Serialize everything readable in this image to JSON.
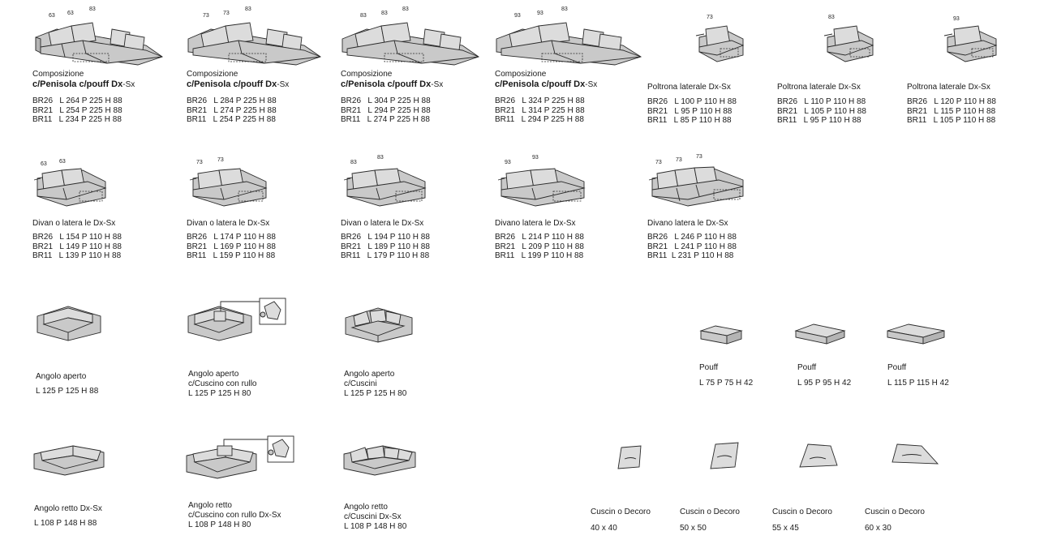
{
  "row1": [
    {
      "labels": [
        "63",
        "63",
        "83"
      ],
      "t1": "Composizione",
      "t2": "c/Penisola c/pouff Dx",
      "t3": "-Sx",
      "dims": [
        "BR26   L 264 P 225 H 88",
        "BR21   L 254 P 225 H 88",
        "BR11   L 234 P 225 H 88"
      ]
    },
    {
      "labels": [
        "73",
        "73",
        "83"
      ],
      "t1": "Composizione",
      "t2": "c/Penisola c/pouff Dx",
      "t3": "-Sx",
      "dims": [
        "BR26   L 284 P 225 H 88",
        "BR21   L 274 P 225 H 88",
        "BR11   L 254 P 225 H 88"
      ]
    },
    {
      "labels": [
        "83",
        "83",
        "83"
      ],
      "t1": "Composizione",
      "t2": "c/Penisola c/pouff Dx",
      "t3": "-Sx",
      "dims": [
        "BR26   L 304 P 225 H 88",
        "BR21   L 294 P 225 H 88",
        "BR11   L 274 P 225 H 88"
      ]
    },
    {
      "labels": [
        "93",
        "93",
        "83"
      ],
      "t1": "Composizione",
      "t2": "c/Penisola c/pouff Dx",
      "t3": "-Sx",
      "dims": [
        "BR26   L 324 P 225 H 88",
        "BR21   L 314 P 225 H 88",
        "BR11   L 294 P 225 H 88"
      ]
    },
    {
      "labels": [
        "73"
      ],
      "t1": "Poltrona laterale Dx-Sx",
      "dims": [
        "BR26   L 100 P 110 H 88",
        "BR21   L 95 P 110 H 88",
        "BR11   L 85 P 110 H 88"
      ]
    },
    {
      "labels": [
        "83"
      ],
      "t1": "Poltrona laterale Dx-Sx",
      "dims": [
        "BR26   L 110 P 110 H 88",
        "BR21   L 105 P 110 H 88",
        "BR11   L 95 P 110 H 88"
      ]
    },
    {
      "labels": [
        "93"
      ],
      "t1": "Poltrona laterale Dx-Sx",
      "dims": [
        "BR26   L 120 P 110 H 88",
        "BR21   L 115 P 110 H 88",
        "BR11   L 105 P 110 H 88"
      ]
    }
  ],
  "row2": [
    {
      "labels": [
        "63",
        "63"
      ],
      "t1": "Divan o latera  le Dx-Sx",
      "dims": [
        "BR26   L 154 P 110 H 88",
        "BR21   L 149 P 110 H 88",
        "BR11   L 139 P 110 H 88"
      ]
    },
    {
      "labels": [
        "73",
        "73"
      ],
      "t1": "Divan o latera  le Dx-Sx",
      "dims": [
        "BR26   L 174 P 110 H 88",
        "BR21   L 169 P 110 H 88",
        "BR11   L 159 P 110 H 88"
      ]
    },
    {
      "labels": [
        "83",
        "83"
      ],
      "t1": "Divan o latera  le Dx-Sx",
      "dims": [
        "BR26   L 194 P 110 H 88",
        "BR21   L 189 P 110 H 88",
        "BR11   L 179 P 110 H 88"
      ]
    },
    {
      "labels": [
        "93",
        "93"
      ],
      "t1": "Divano  latera  le Dx-Sx",
      "dims": [
        "BR26   L 214 P 110 H 88",
        "BR21   L 209 P 110 H 88",
        "BR11   L 199 P 110 H 88"
      ]
    },
    {
      "labels": [
        "73",
        "73",
        "73"
      ],
      "t1": "Divano  latera  le Dx-Sx",
      "dims": [
        "BR26   L 246 P 110 H 88",
        "BR21   L 241 P 110 H 88",
        "BR11  L 231 P 110 H 88"
      ]
    }
  ],
  "row3": [
    {
      "lines": [
        "Angolo aperto",
        "L 125 P 125 H 88"
      ]
    },
    {
      "lines": [
        "Angolo aperto",
        "c/Cuscino con rullo",
        "L 125 P 125 H 80"
      ]
    },
    {
      "lines": [
        "Angolo aperto",
        "c/Cuscini",
        "L 125 P 125 H 80"
      ]
    }
  ],
  "pouffs": [
    {
      "title": "Pouff",
      "dims": "L 75 P 75 H 42"
    },
    {
      "title": "Pouff",
      "dims": "L 95 P 95 H 42"
    },
    {
      "title": "Pouff",
      "dims": "L 115 P 115 H 42"
    }
  ],
  "row4": [
    {
      "lines": [
        "Angolo retto Dx-Sx",
        "L 108 P 148 H 88"
      ]
    },
    {
      "lines": [
        "Angolo retto",
        "c/Cuscino con rullo Dx-Sx",
        "L 108 P 148 H 80"
      ]
    },
    {
      "lines": [
        "Angolo retto",
        "c/Cuscini Dx-Sx",
        "L 108 P 148 H 80"
      ]
    }
  ],
  "cushions": [
    {
      "title": "Cuscin  o Decoro",
      "dims": "40 x 40"
    },
    {
      "title": "Cuscin  o  Decoro",
      "dims": "50 x 50"
    },
    {
      "title": "Cuscin  o  Decoro",
      "dims": "55 x 45"
    },
    {
      "title": "Cuscin  o  Decoro",
      "dims": "60 x 30"
    }
  ]
}
